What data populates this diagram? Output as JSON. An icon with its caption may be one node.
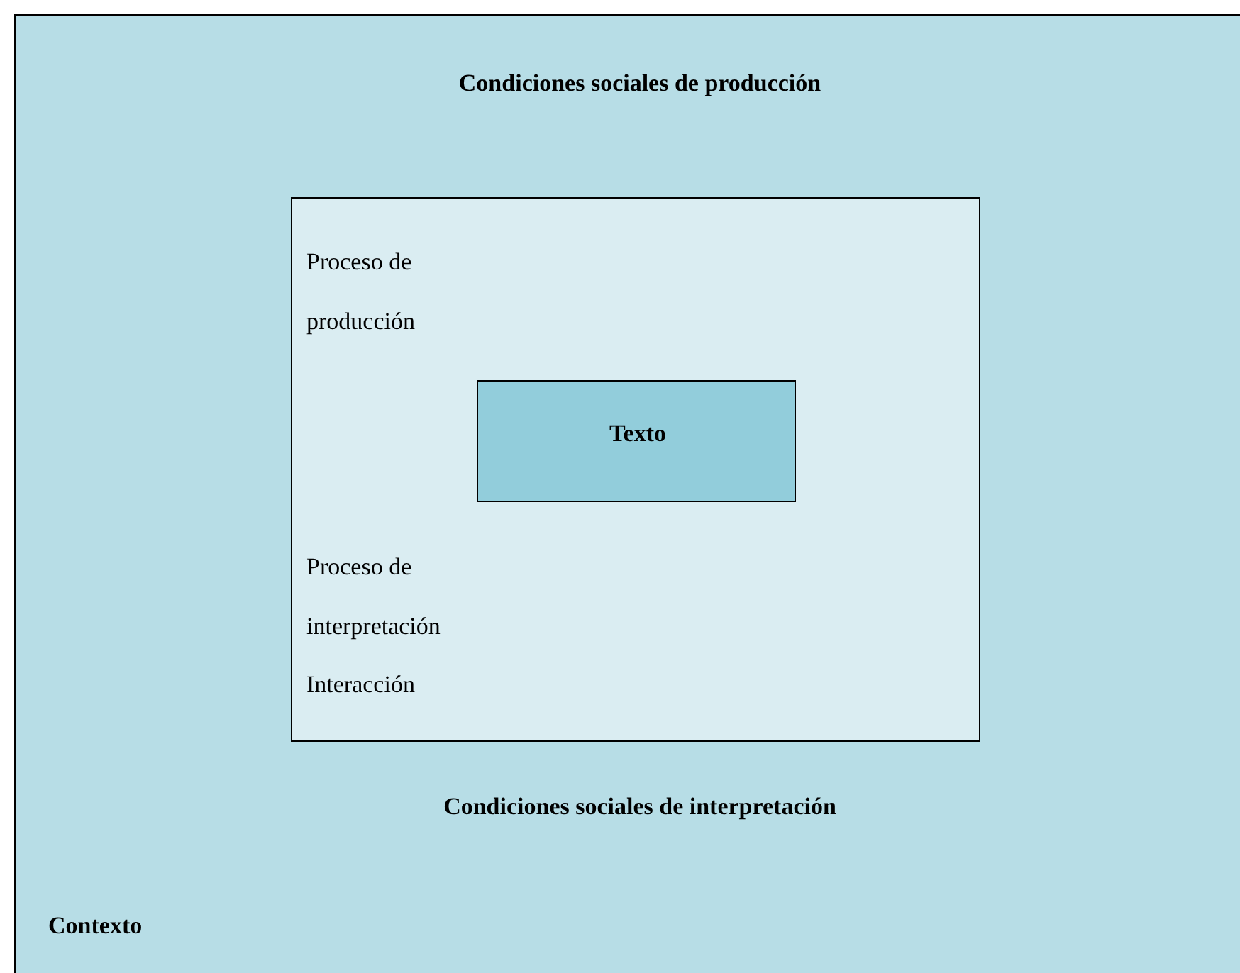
{
  "diagram": {
    "nodes": [
      {
        "text": [
          "Condiciones sociales de producción",
          "Condiciones sociales de interpretación",
          "Contexto"
        ]
      },
      {
        "text": [
          "Proceso de producción",
          "Proceso de interpretación",
          "Interacción"
        ],
        "in": 0
      },
      {
        "text": [
          "Texto"
        ],
        "in": 1
      }
    ]
  }
}
